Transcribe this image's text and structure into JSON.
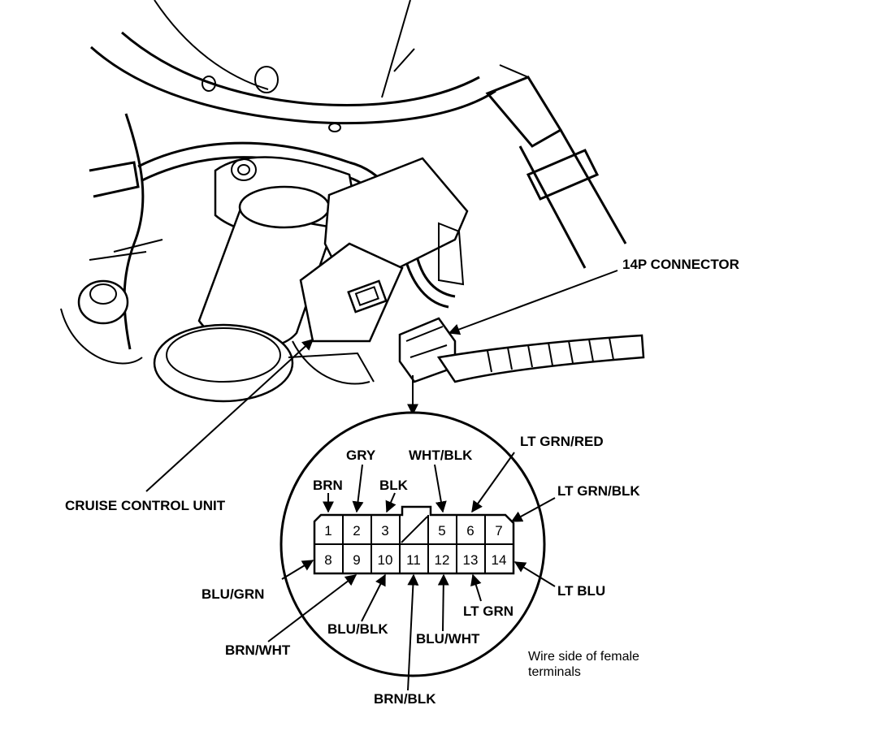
{
  "labels": {
    "connector": "14P CONNECTOR",
    "unit": "CRUISE CONTROL UNIT",
    "note_line1": "Wire side of female",
    "note_line2": "terminals"
  },
  "pins_top": [
    "1",
    "2",
    "3",
    "",
    "5",
    "6",
    "7"
  ],
  "pins_bottom": [
    "8",
    "9",
    "10",
    "11",
    "12",
    "13",
    "14"
  ],
  "wires": {
    "brn": "BRN",
    "gry": "GRY",
    "blk": "BLK",
    "wht_blk": "WHT/BLK",
    "lt_grn_red": "LT GRN/RED",
    "lt_grn_blk": "LT GRN/BLK",
    "blu_grn": "BLU/GRN",
    "brn_wht": "BRN/WHT",
    "blu_blk": "BLU/BLK",
    "brn_blk": "BRN/BLK",
    "blu_wht": "BLU/WHT",
    "lt_grn": "LT GRN",
    "lt_blu": "LT BLU"
  }
}
